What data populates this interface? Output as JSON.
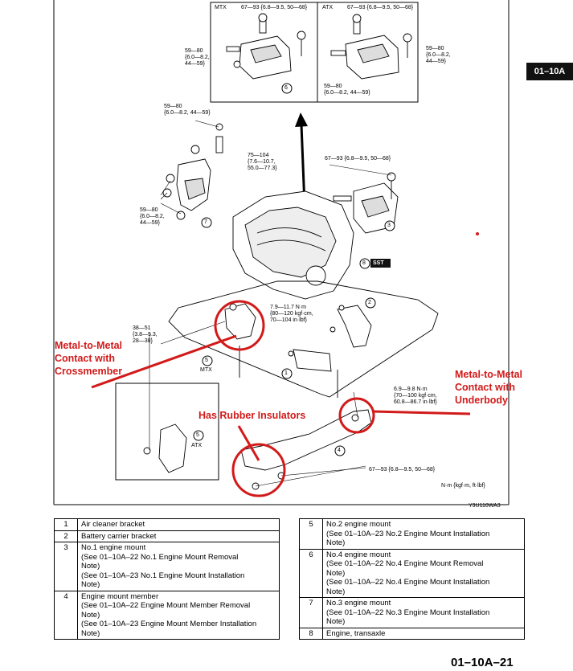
{
  "section_tab": "01–10A",
  "page_number": "01–10A–21",
  "figure_code": "Y3U110WA3",
  "units_note": "N·m {kgf·m, ft·lbf}",
  "inset": {
    "mtx_label": "MTX",
    "atx_label": "ATX",
    "mtx_torque": "67—93 {6.8—9.5, 50—68}",
    "atx_torque": "67—93 {6.8—9.5, 50—68}",
    "right_torque": [
      "59—80",
      "{6.0—8.2,",
      "44—59}"
    ],
    "left_torque": [
      "59—80",
      "{6.0—8.2,",
      "44—59}"
    ],
    "bottom_torque": [
      "59—80",
      "{6.0—8.2, 44—59}"
    ],
    "callout": "6"
  },
  "torques": {
    "mount_top": [
      "59—80",
      "{6.0—8.2, 44—59}"
    ],
    "mount_side": [
      "75—104",
      "{7.6—10.7,",
      "55.0—77.3}"
    ],
    "mount_left": [
      "59—80",
      "{6.0—8.2,",
      "44—59}"
    ],
    "mount3": "67—93 {6.8—9.5, 50—68}",
    "mtx_mount": [
      "7.9—11.7 N·m",
      "{80—120 kgf·cm,",
      "70—104 in·lbf}"
    ],
    "mount5_left": [
      "38—51",
      "{3.8—5.3,",
      "28—38}"
    ],
    "bracket": [
      "6.9—9.8 N·m",
      "{70—100 kgf·cm,",
      "60.8—86.7 in·lbf}"
    ],
    "member": "67—93 {6.8—9.5, 50—68}"
  },
  "callouts": {
    "c1": "1",
    "c2": "2",
    "c3": "3",
    "c4": "4",
    "c5": "5",
    "c5atx": "5",
    "c7": "7",
    "c8": "8",
    "sst": "SST",
    "mtx": "MTX",
    "atx": "ATX"
  },
  "annotations": {
    "crossmember": [
      "Metal-to-Metal",
      "Contact with",
      "Crossmember"
    ],
    "underbody": [
      "Metal-to-Metal",
      "Contact with",
      "Underbody"
    ],
    "rubber": "Has Rubber Insulators",
    "annotation_color": "#d21a1a"
  },
  "legend_left": [
    {
      "num": "1",
      "lines": [
        "Air cleaner bracket"
      ]
    },
    {
      "num": "2",
      "lines": [
        "Battery carrier bracket"
      ]
    },
    {
      "num": "3",
      "lines": [
        "No.1 engine mount",
        "(See 01–10A–22 No.1 Engine Mount Removal",
        "Note)",
        "(See 01–10A–23 No.1 Engine Mount Installation",
        "Note)"
      ]
    },
    {
      "num": "4",
      "lines": [
        "Engine mount member",
        "(See 01–10A–22 Engine Mount Member Removal",
        "Note)",
        "(See 01–10A–23 Engine Mount Member Installation",
        "Note)"
      ]
    }
  ],
  "legend_right": [
    {
      "num": "5",
      "lines": [
        "No.2 engine mount",
        "(See 01–10A–23 No.2 Engine Mount Installation",
        "Note)"
      ]
    },
    {
      "num": "6",
      "lines": [
        "No.4 engine mount",
        "(See 01–10A–22 No.4 Engine Mount Removal",
        "Note)",
        "(See 01–10A–22 No.4 Engine Mount Installation",
        "Note)"
      ]
    },
    {
      "num": "7",
      "lines": [
        "No.3 engine mount",
        "(See 01–10A–22 No.3 Engine Mount Installation",
        "Note)"
      ]
    },
    {
      "num": "8",
      "lines": [
        "Engine, transaxle"
      ]
    }
  ]
}
